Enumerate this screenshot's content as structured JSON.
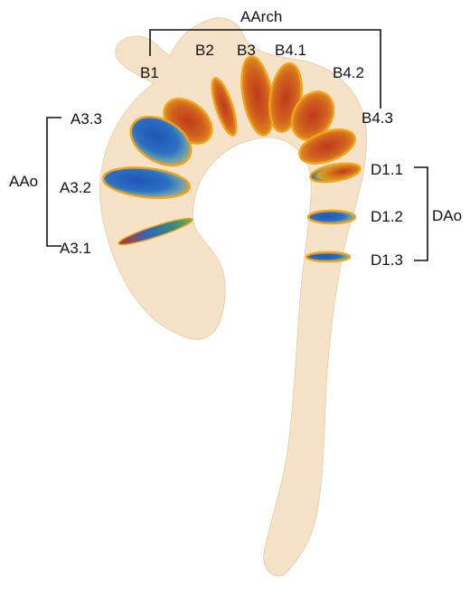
{
  "groups": {
    "aarch": "AArch",
    "aao": "AAo",
    "dao": "DAo"
  },
  "planes": {
    "b1": "B1",
    "b2": "B2",
    "b3": "B3",
    "b41": "B4.1",
    "b42": "B4.2",
    "b43": "B4.3",
    "a33": "A3.3",
    "a32": "A3.2",
    "a31": "A3.1",
    "d11": "D1.1",
    "d12": "D1.2",
    "d13": "D1.3"
  },
  "colors": {
    "vessel": "#f6e2c6",
    "ring": "#f0a21a",
    "high_velocity": "#c0391b",
    "mid_velocity": "#e08a1e",
    "low_velocity": "#1f56b5"
  }
}
